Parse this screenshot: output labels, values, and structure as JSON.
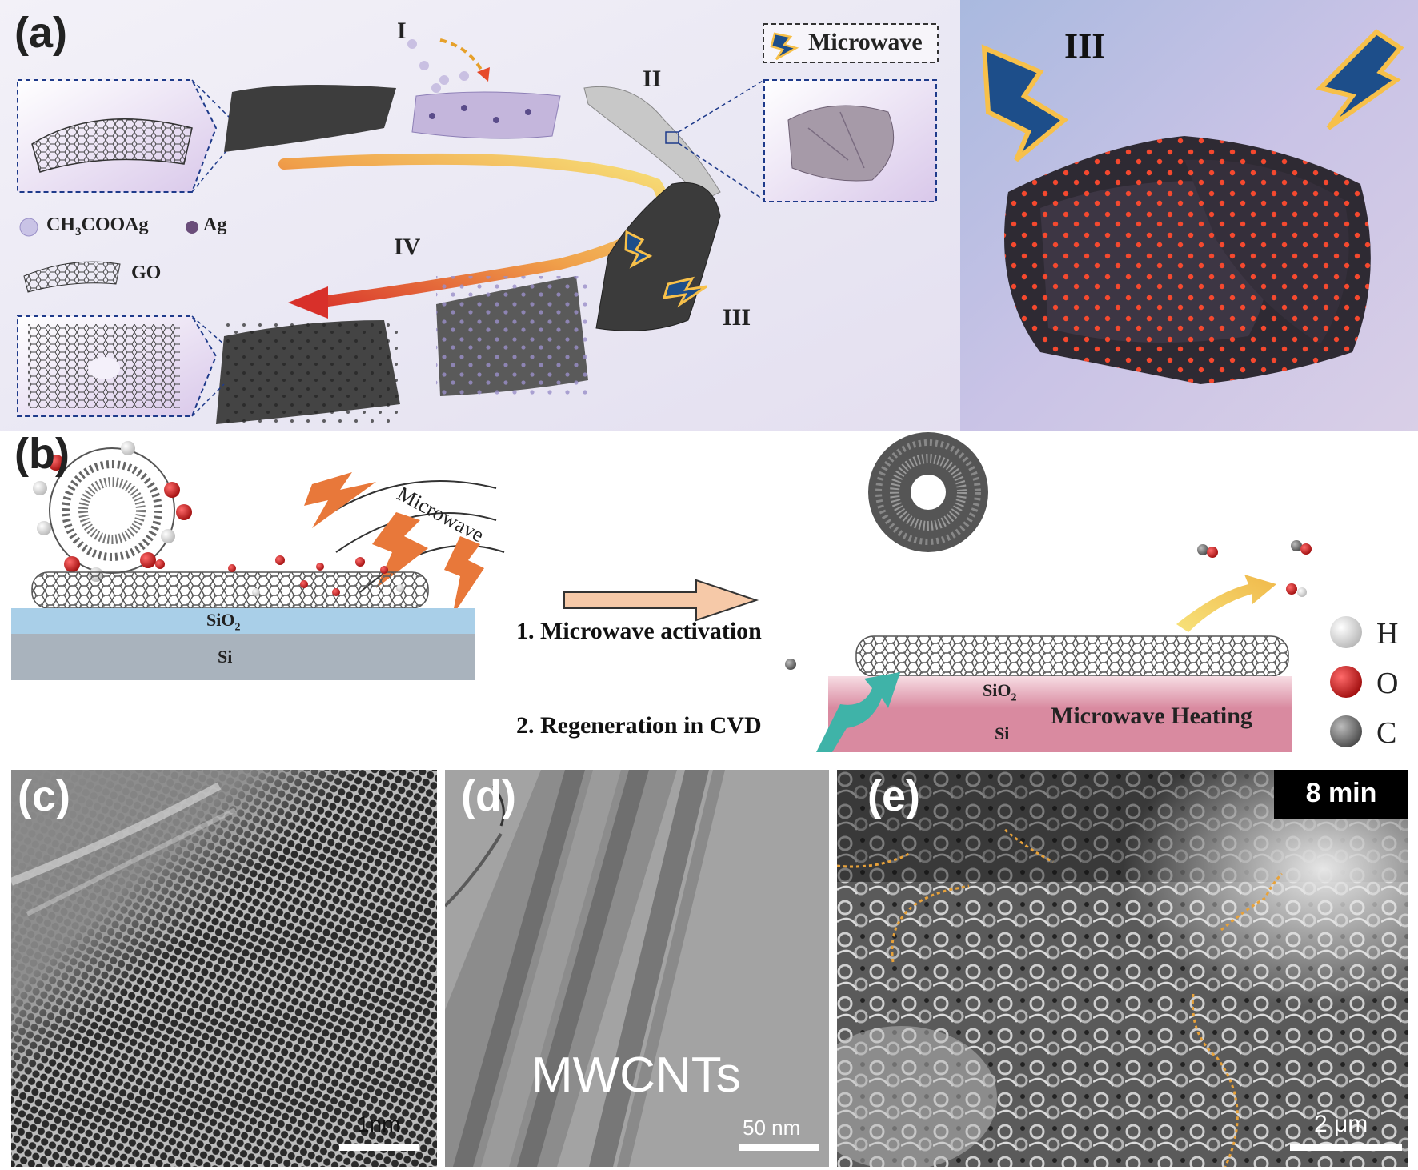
{
  "panel_a": {
    "label": "(a)",
    "steps": {
      "i": "I",
      "ii": "II",
      "iii_small": "III",
      "iv": "IV",
      "iii_large": "III"
    },
    "legend": {
      "ch3cooag": "CH3COOAg",
      "ch3cooag_main": "CH",
      "ch3cooag_sub1": "3",
      "ch3cooag_mid": "COOAg",
      "ag": "Ag",
      "go": "GO"
    },
    "microwave_box": "Microwave"
  },
  "panel_b": {
    "label": "(b)",
    "microwave_arc_label": "Microwave",
    "step1": "1. Microwave activation",
    "step2": "2. Regeneration in CVD",
    "substrate_left": {
      "top_main": "SiO",
      "top_sub": "2",
      "bottom": "Si"
    },
    "substrate_right": {
      "top_main": "SiO",
      "top_sub": "2",
      "bottom": "Si",
      "heating": "Microwave Heating"
    },
    "atom_legend": [
      {
        "symbol": "H",
        "color": "#f2f2f2"
      },
      {
        "symbol": "O",
        "color": "#d41e1e"
      },
      {
        "symbol": "C",
        "color": "#7a7a7a"
      }
    ]
  },
  "panel_c": {
    "label": "(c)",
    "scalebar": "1nm"
  },
  "panel_d": {
    "label": "(d)",
    "caption": "MWCNTs",
    "scalebar": "50 nm"
  },
  "panel_e": {
    "label": "(e)",
    "time_badge": "8 min",
    "scalebar": "2 μm"
  },
  "colors": {
    "sio2": "#a9cfe8",
    "si": "#a9b3bd",
    "sio2_heated": "#f2c9d3",
    "si_heated": "#d98da0",
    "arrow_fill": "#f6c9a8",
    "lightning": "#e87a3a",
    "go_sheet": "#4a4a4a",
    "ag_particle": "#e03a2a"
  }
}
